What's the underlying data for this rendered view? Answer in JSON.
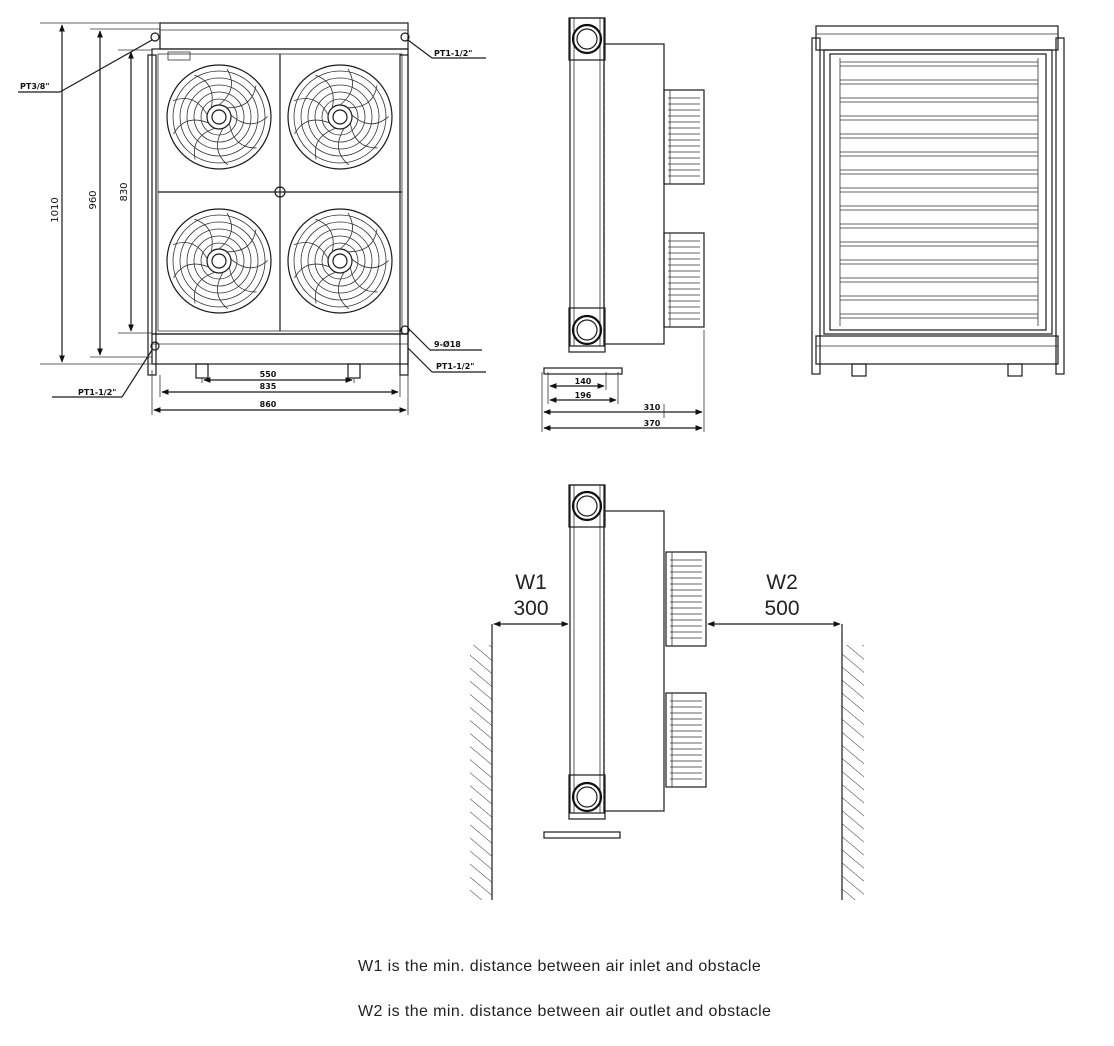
{
  "front_view": {
    "port_top_right": "PT1-1/2\"",
    "port_top_left": "PT3/8\"",
    "port_bottom_left": "PT1-1/2\"",
    "port_bottom_right": "PT1-1/2\"",
    "mount_holes": "9-Ø18",
    "dim_total_height": "1010",
    "dim_height_960": "960",
    "dim_height_830": "830",
    "dim_550": "550",
    "dim_835": "835",
    "dim_width": "860"
  },
  "side_view": {
    "dim_140": "140",
    "dim_196": "196",
    "dim_310": "310",
    "dim_370": "370"
  },
  "clearance_view": {
    "w1_label": "W1",
    "w1_value": "300",
    "w2_label": "W2",
    "w2_value": "500"
  },
  "notes": [
    "W1 is the min. distance between air inlet and obstacle",
    "W2 is the min. distance between air outlet and obstacle"
  ]
}
